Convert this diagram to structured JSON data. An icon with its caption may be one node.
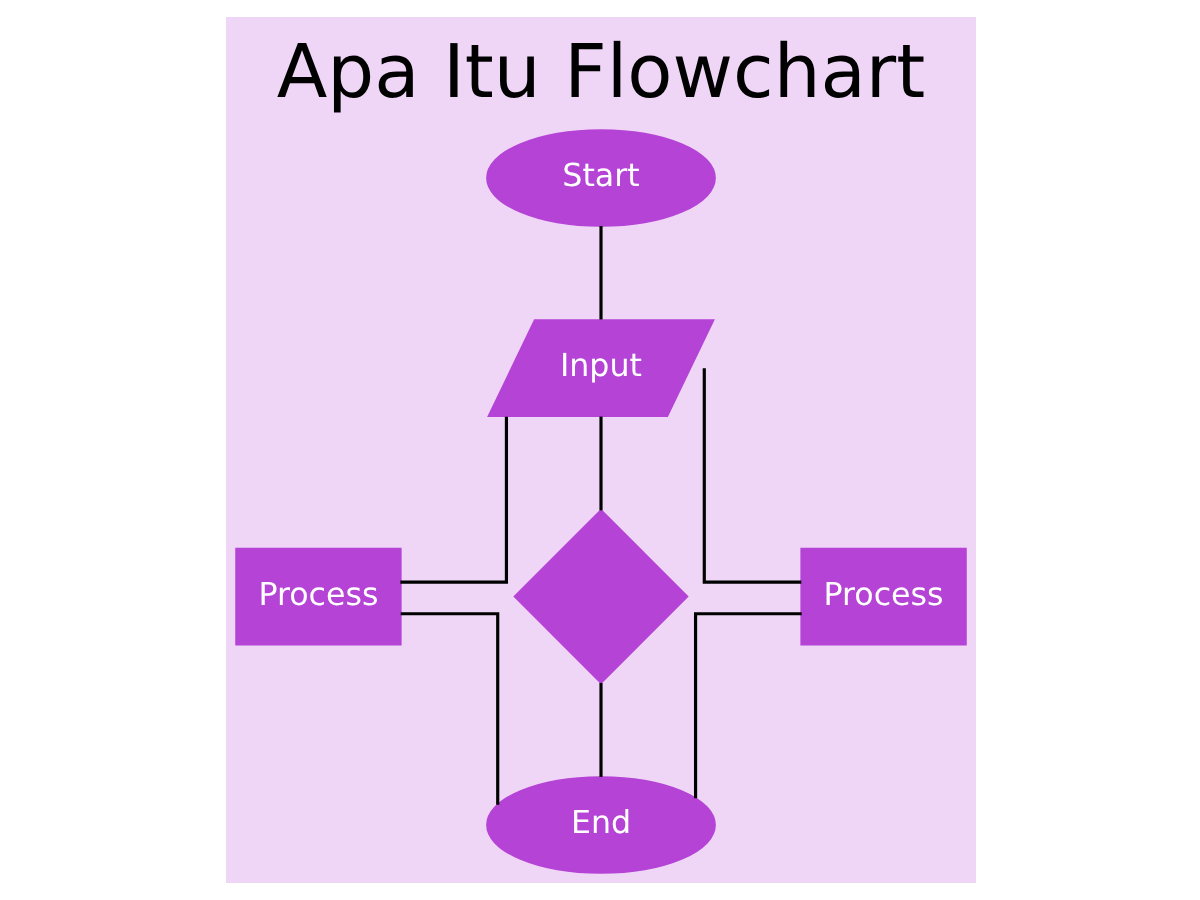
{
  "diagram": {
    "title": "Apa Itu Flowchart",
    "nodes": [
      {
        "text": [
          "Start"
        ]
      },
      {
        "text": [
          "Input"
        ]
      },
      {
        "text": [
          "Process"
        ]
      },
      {
        "text": [],
        "shape": "diamond"
      },
      {
        "text": [
          "Process"
        ]
      },
      {
        "text": [
          "End"
        ]
      }
    ],
    "edges": [
      {
        "from": 0,
        "to": 1,
        "arrow": "none"
      },
      {
        "from": 1,
        "to": 2,
        "arrow": "none"
      },
      {
        "from": 1,
        "to": 3,
        "arrow": "none"
      },
      {
        "from": 1,
        "to": 4,
        "arrow": "none"
      },
      {
        "from": 2,
        "to": 5,
        "arrow": "none"
      },
      {
        "from": 3,
        "to": 5,
        "arrow": "none"
      },
      {
        "from": 4,
        "to": 5,
        "arrow": "none"
      }
    ]
  }
}
